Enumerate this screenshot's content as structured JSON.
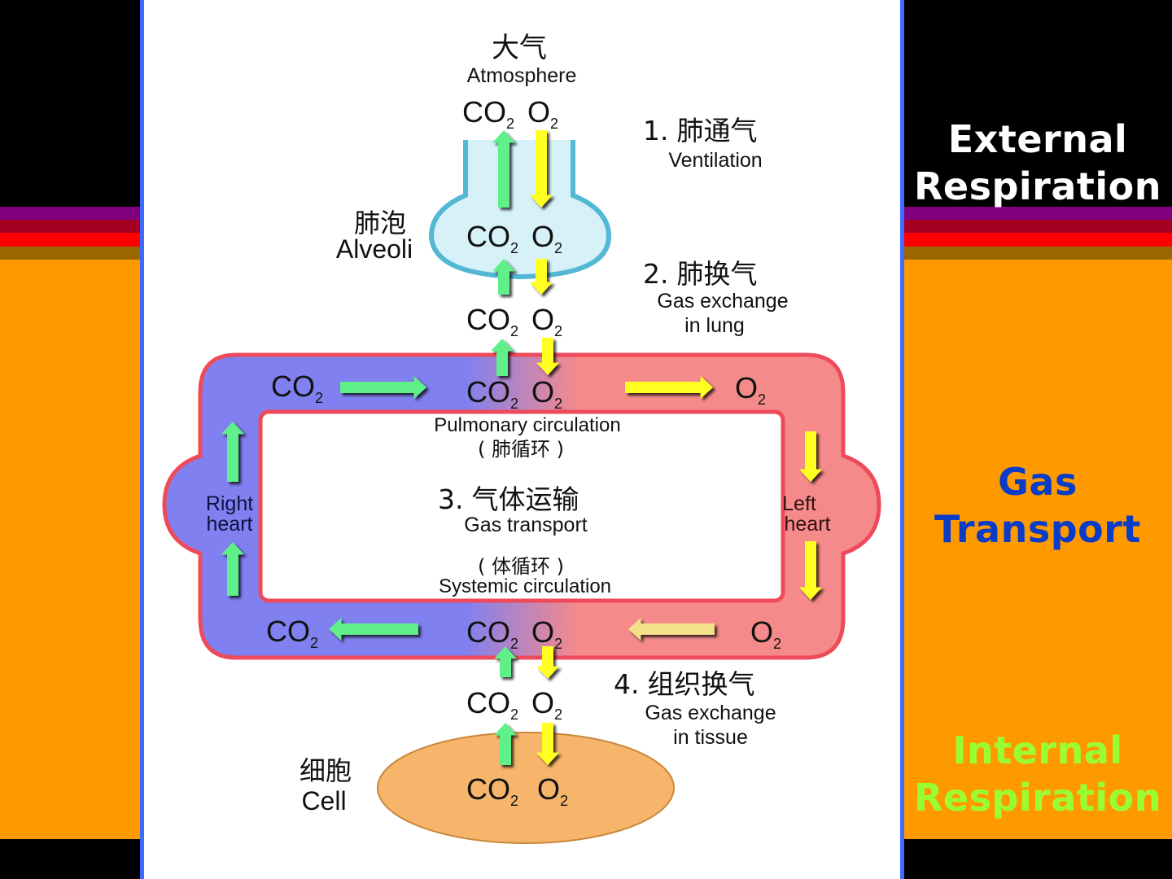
{
  "slide": {
    "side_labels": {
      "external": "External Respiration",
      "external_line1": "External",
      "external_line2": "Respiration",
      "transport_line1": "Gas",
      "transport_line2": "Transport",
      "internal_line1": "Internal",
      "internal_line2": "Respiration"
    },
    "colors": {
      "background_black": "#000000",
      "stripe_purple": "#800080",
      "stripe_crimson": "#a50021",
      "stripe_red": "#ff0000",
      "stripe_brown": "#996600",
      "panel_orange": "#ff9900",
      "divider_blue": "#3d6bff",
      "external_text": "#ffffff",
      "transport_text": "#0a3cc8",
      "internal_text": "#99ff33"
    }
  },
  "diagram": {
    "atmosphere": {
      "zh": "大气",
      "en": "Atmosphere"
    },
    "alveoli": {
      "zh": "肺泡",
      "en": "Alveoli"
    },
    "cell": {
      "zh": "细胞",
      "en": "Cell"
    },
    "gas": {
      "co2": "CO",
      "o2": "O",
      "sub": "2"
    },
    "steps": [
      {
        "num": "1.",
        "zh": "肺通气",
        "en": "Ventilation",
        "en2": ""
      },
      {
        "num": "2.",
        "zh": "肺换气",
        "en": "Gas exchange",
        "en2": "in lung"
      },
      {
        "num": "3.",
        "zh": "气体运输",
        "en": "Gas transport",
        "en2": ""
      },
      {
        "num": "4.",
        "zh": "组织换气",
        "en": "Gas exchange",
        "en2": "in tissue"
      }
    ],
    "pulmonary": {
      "en": "Pulmonary circulation",
      "zh": "( 肺循环 )"
    },
    "systemic": {
      "en": "Systemic circulation",
      "zh": "( 体循环 )"
    },
    "right_heart": {
      "line1": "Right",
      "line2": "heart"
    },
    "left_heart": {
      "line1": "Left",
      "line2": "heart"
    },
    "colors": {
      "venous_blue": "#8080f0",
      "arterial_red": "#f58a8a",
      "vessel_border": "#ee4a5a",
      "co2_arrow": "#5ff08a",
      "o2_arrow": "#ffff22",
      "alveoli_fill": "#d6f1f8",
      "alveoli_border": "#52b8d4",
      "cell_fill": "#f6b56a"
    }
  }
}
